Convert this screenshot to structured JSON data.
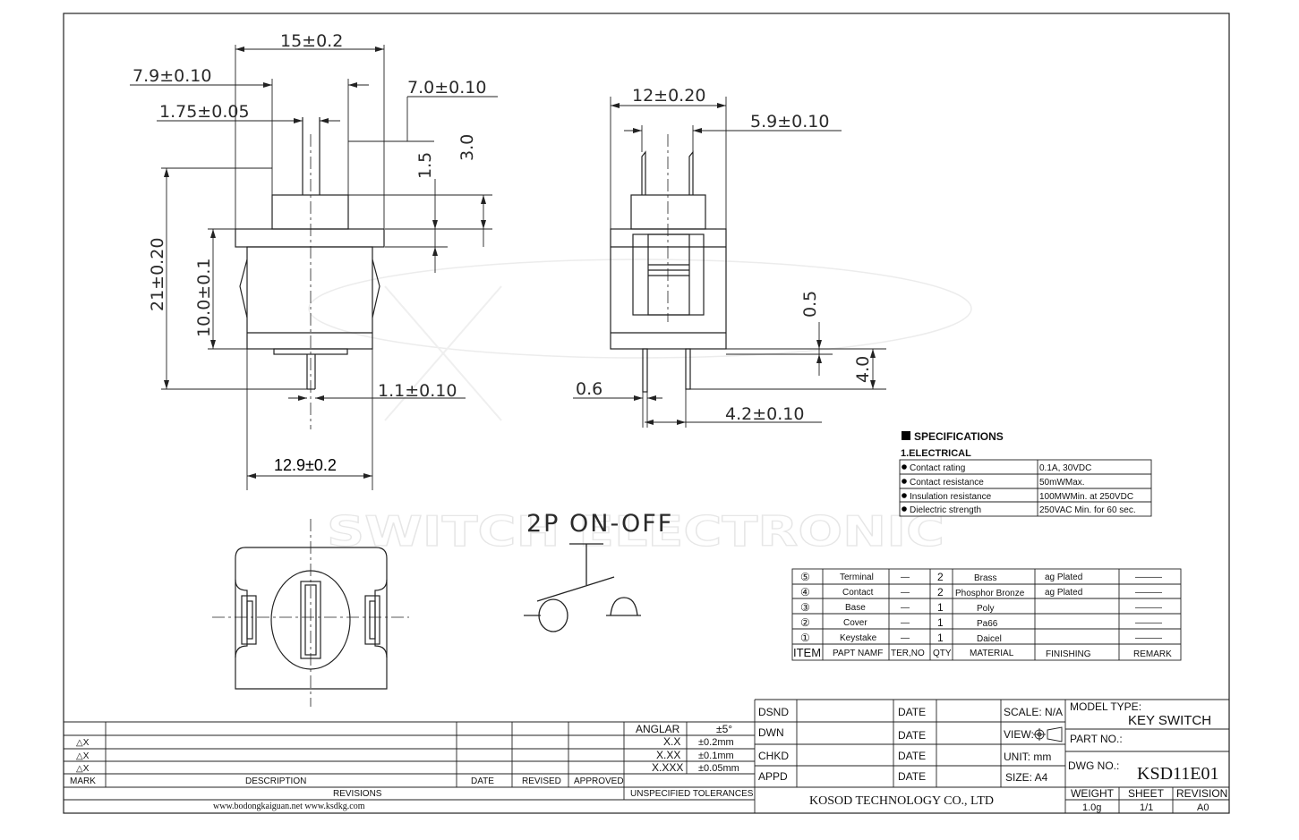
{
  "drawing": {
    "dims_front": {
      "w15": "15±0.2",
      "w79": "7.9±0.10",
      "w70": "7.0±0.10",
      "w175": "1.75±0.05",
      "h30": "3.0",
      "h15": "1.5",
      "h21": "21±0.20",
      "h10": "10.0±0.1",
      "w11": "1.1±0.10",
      "w129": "12.9±0.2"
    },
    "dims_side": {
      "w12": "12±0.20",
      "w59": "5.9±0.10",
      "h05": "0.5",
      "h40": "4.0",
      "w06": "0.6",
      "w42": "4.2±0.10"
    },
    "circuit_label": "2P ON-OFF",
    "watermark": "SWITCH ELECTRONIC"
  },
  "specifications": {
    "heading": "SPECIFICATIONS",
    "subheading": "1.ELECTRICAL",
    "rows": [
      {
        "label": "Contact rating",
        "value": "0.1A, 30VDC"
      },
      {
        "label": "Contact resistance",
        "value": "50mWMax."
      },
      {
        "label": "Insulation resistance",
        "value": "100MWMin. at 250VDC"
      },
      {
        "label": "Dielectric strength",
        "value": "250VAC Min. for 60 sec."
      }
    ]
  },
  "parts_table": {
    "rows": [
      {
        "item": "⑤",
        "name": "Terminal",
        "ter": "—",
        "qty": "2",
        "material": "Brass",
        "finishing": "ag Plated",
        "remark": "———"
      },
      {
        "item": "④",
        "name": "Contact",
        "ter": "—",
        "qty": "2",
        "material": "Phosphor Bronze",
        "finishing": "ag Plated",
        "remark": "———"
      },
      {
        "item": "③",
        "name": "Base",
        "ter": "—",
        "qty": "1",
        "material": "Poly",
        "finishing": "",
        "remark": "———"
      },
      {
        "item": "②",
        "name": "Cover",
        "ter": "—",
        "qty": "1",
        "material": "Pa66",
        "finishing": "",
        "remark": "———"
      },
      {
        "item": "①",
        "name": "Keystake",
        "ter": "—",
        "qty": "1",
        "material": "Daicel",
        "finishing": "",
        "remark": "———"
      }
    ],
    "header": {
      "item": "ITEM",
      "name": "PAPT NAMF",
      "ter": "TER,NO",
      "qty": "QTY",
      "material": "MATERIAL",
      "finishing": "FINISHING",
      "remark": "REMARK"
    }
  },
  "revisions": {
    "marks": [
      "△X",
      "△X",
      "△X"
    ],
    "headers": {
      "mark": "MARK",
      "description": "DESCRIPTION",
      "date": "DATE",
      "revised": "REVISED",
      "approved": "APPROVED"
    },
    "footer": "REVISIONS",
    "websites": "www.bodongkaiguan.net      www.ksdkg.com"
  },
  "tolerances": {
    "rows": [
      {
        "k": "ANGLAR",
        "v": "±5°"
      },
      {
        "k": "X.X",
        "v": "±0.2mm"
      },
      {
        "k": "X.XX",
        "v": "±0.1mm"
      },
      {
        "k": "X.XXX",
        "v": "±0.05mm"
      }
    ],
    "footer": "UNSPECIFIED TOLERANCES"
  },
  "title_block": {
    "sign_rows": [
      {
        "k": "DSND",
        "date": "DATE",
        "info": "SCALE: N/A"
      },
      {
        "k": "DWN",
        "date": "DATE",
        "info": "VIEW:"
      },
      {
        "k": "CHKD",
        "date": "DATE",
        "info": "UNIT: mm"
      },
      {
        "k": "APPD",
        "date": "DATE",
        "info": "SIZE: A4"
      }
    ],
    "company": "KOSOD TECHNOLOGY CO., LTD",
    "model_type_label": "MODEL TYPE:",
    "model_type": "KEY SWITCH",
    "part_no_label": "PART NO.:",
    "dwg_no_label": "DWG NO.:",
    "dwg_no": "KSD11E01",
    "weight_label": "WEIGHT",
    "weight": "1.0g",
    "sheet_label": "SHEET",
    "sheet": "1/1",
    "revision_label": "REVISION",
    "revision": "A0"
  }
}
